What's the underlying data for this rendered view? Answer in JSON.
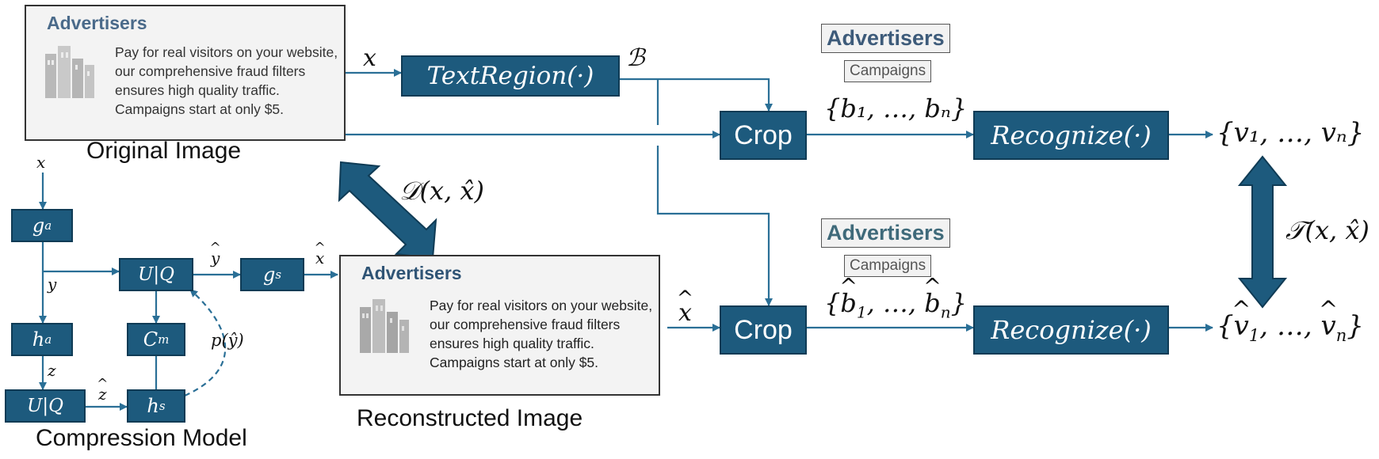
{
  "original_image": {
    "title": "Advertisers",
    "body": "Pay for real visitors on your website, our comprehensive fraud filters ensures high quality traffic. Campaigns start at only $5.",
    "caption": "Original Image"
  },
  "reconstructed_image": {
    "title": "Advertisers",
    "body": "Pay for real visitors on your website, our comprehensive fraud filters ensures high quality traffic. Campaigns start at only $5.",
    "caption": "Reconstructed Image"
  },
  "compression_model": {
    "caption": "Compression Model",
    "blocks": {
      "g_a": "g",
      "g_a_sub": "a",
      "h_a": "h",
      "h_a_sub": "a",
      "uq_top": "U|Q",
      "uq_bottom": "U|Q",
      "c_m": "C",
      "c_m_sub": "m",
      "h_s": "h",
      "h_s_sub": "s",
      "g_s": "g",
      "g_s_sub": "s"
    },
    "labels": {
      "x": "x",
      "y": "y",
      "z": "z",
      "y_hat": "y",
      "z_hat": "z",
      "x_hat": "x",
      "p_y_hat": "p(ŷ)"
    }
  },
  "pipeline": {
    "text_region": "TextRegion(·)",
    "crop_top": "Crop",
    "crop_bottom": "Crop",
    "recognize_top": "Recognize(·)",
    "recognize_bottom": "Recognize(·)",
    "x_label": "x",
    "b_label": "ℬ",
    "x_hat_label": "x",
    "boxes_top": "{b₁, …, bₙ}",
    "boxes_bottom_items": [
      "b",
      "1",
      "…",
      "b",
      "n"
    ],
    "outputs_top": "{v₁, …, vₙ}",
    "outputs_bottom_items": [
      "v",
      "1",
      "…",
      "v",
      "n"
    ],
    "distortion": "𝒟(x, x̂)",
    "text_metric": "𝒯(x, x̂)"
  },
  "crops_top": {
    "title": "Advertisers",
    "sub": "Campaigns"
  },
  "crops_bottom": {
    "title": "Advertisers",
    "sub": "Campaigns"
  },
  "colors": {
    "accent": "#1d5a7d",
    "line": "#2a6f96",
    "arrow_dark": "#133f5c"
  }
}
